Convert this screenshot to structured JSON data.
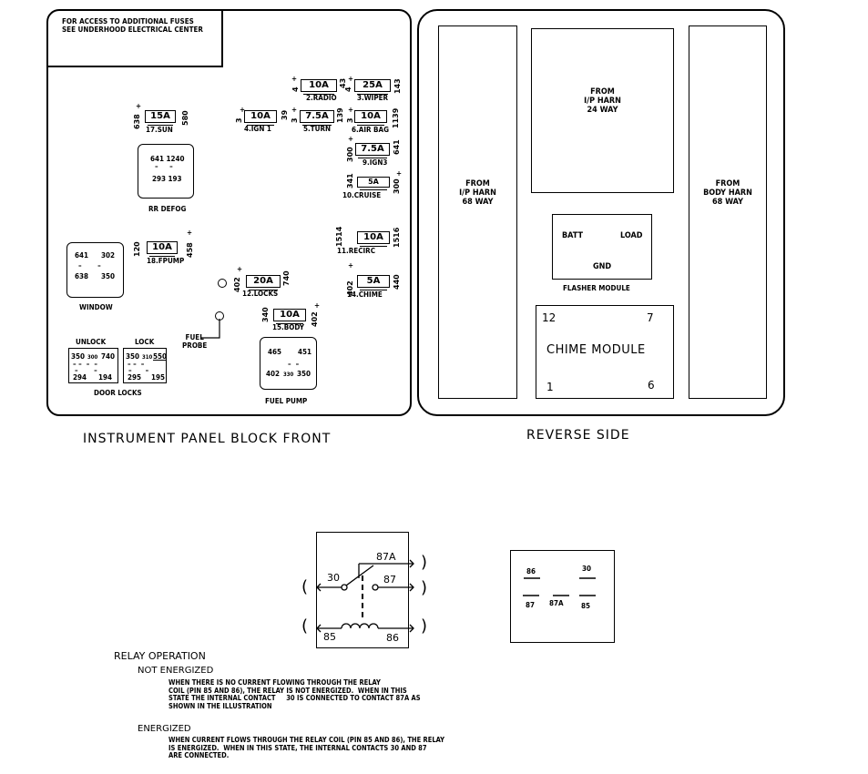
{
  "front_panel": {
    "note": "FOR ACCESS TO ADDITIONAL FUSES\nSEE UNDERHOOD ELECTRICAL CENTER",
    "fuses": [
      {
        "amp": "10A",
        "name": "2.RADIO",
        "pins": [
          "4",
          "43"
        ]
      },
      {
        "amp": "25A",
        "name": "3.WIPER",
        "pins": [
          "4",
          "143"
        ]
      },
      {
        "amp": "15A",
        "name": "17.SUN",
        "pins": [
          "638",
          "580"
        ]
      },
      {
        "amp": "10A",
        "name": "4.IGN 1",
        "pins": [
          "3",
          "39"
        ]
      },
      {
        "amp": "7.5A",
        "name": "5.TURN",
        "pins": [
          "3",
          "139"
        ]
      },
      {
        "amp": "10A",
        "name": "6.AIR BAG",
        "pins": [
          "3",
          "1139"
        ]
      },
      {
        "amp": "7.5A",
        "name": "9.IGN3",
        "pins": [
          "300",
          "641"
        ]
      },
      {
        "amp": "5A",
        "name": "10.CRUISE",
        "pins": [
          "341",
          "300"
        ]
      },
      {
        "amp": "10A",
        "name": "18.FPUMP",
        "pins": [
          "120",
          "458"
        ]
      },
      {
        "amp": "10A",
        "name": "11.RECIRC",
        "pins": [
          "1514",
          "1516"
        ]
      },
      {
        "amp": "20A",
        "name": "12.LOCKS",
        "pins": [
          "402",
          "740"
        ]
      },
      {
        "amp": "5A",
        "name": "14.CHIME",
        "pins": [
          "402",
          "440"
        ]
      },
      {
        "amp": "10A",
        "name": "15.BODY",
        "pins": [
          "340",
          "402"
        ]
      }
    ],
    "rr_defog": {
      "label": "RR DEFOG",
      "top": "641 1240",
      "bottom": "293 193"
    },
    "window": {
      "label": "WINDOW",
      "r1": [
        "641",
        "302"
      ],
      "r2": [
        "638",
        "350"
      ]
    },
    "unlock": {
      "label": "UNLOCK",
      "top": [
        "350",
        "300",
        "740"
      ],
      "bottom": [
        "294",
        "194"
      ]
    },
    "lock": {
      "label": "LOCK",
      "top": [
        "350",
        "310",
        "550"
      ],
      "bottom": [
        "295",
        "195"
      ]
    },
    "door_locks": "DOOR LOCKS",
    "fuel_probe": "FUEL\nPROBE",
    "fuel_pump": {
      "label": "FUEL PUMP",
      "top": [
        "465",
        "451"
      ],
      "bottom": [
        "402",
        "330",
        "350"
      ]
    },
    "caption": "INSTRUMENT PANEL BLOCK FRONT"
  },
  "reverse_panel": {
    "ip_harn_68": "FROM\nI/P HARN\n68 WAY",
    "ip_harn_24": "FROM\nI/P HARN\n24 WAY",
    "body_harn_68": "FROM\nBODY HARN\n68 WAY",
    "flasher": {
      "batt": "BATT",
      "load": "LOAD",
      "gnd": "GND",
      "label": "FLASHER MODULE"
    },
    "chime": {
      "title": "CHIME MODULE",
      "p12": "12",
      "p7": "7",
      "p1": "1",
      "p6": "6"
    },
    "caption": "REVERSE SIDE"
  },
  "relay_schematic": {
    "p87a": "87A",
    "p30": "30",
    "p87": "87",
    "p85": "85",
    "p86": "86"
  },
  "relay_pinout": {
    "p86": "86",
    "p30": "30",
    "p87": "87",
    "p87a": "87A",
    "p85": "85"
  },
  "relay_operation": {
    "title": "RELAY OPERATION",
    "not_energized_head": "NOT ENERGIZED",
    "not_energized_text": "WHEN THERE IS NO CURRENT FLOWING THROUGH THE RELAY\nCOIL (PIN 85 AND 86), THE RELAY IS NOT ENERGIZED.  WHEN IN THIS\nSTATE THE INTERNAL CONTACT     30 IS CONNECTED TO CONTACT 87A AS\nSHOWN IN THE ILLUSTRATION",
    "energized_head": "ENERGIZED",
    "energized_text": "WHEN CURRENT FLOWS THROUGH THE RELAY COIL (PIN 85 AND 86), THE RELAY\nIS ENERGIZED.  WHEN IN THIS STATE, THE INTERNAL CONTACTS 30 AND 87\nARE CONNECTED."
  }
}
